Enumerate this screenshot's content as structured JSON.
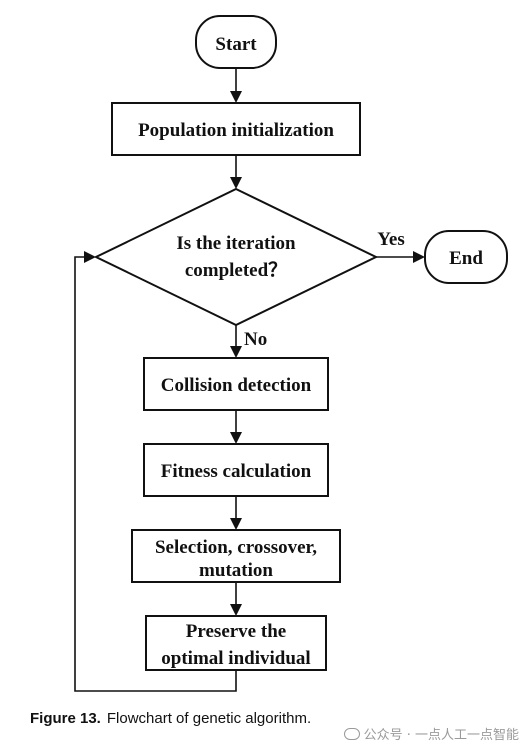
{
  "nodes": {
    "start": "Start",
    "init": "Population initialization",
    "decision_line1": "Is the iteration",
    "decision_line2": "completed？",
    "end": "End",
    "collision": "Collision detection",
    "fitness": "Fitness calculation",
    "selection_line1": "Selection, crossover,",
    "selection_line2": "mutation",
    "preserve_line1": "Preserve the",
    "preserve_line2": "optimal individual"
  },
  "edges": {
    "yes": "Yes",
    "no": "No"
  },
  "caption": {
    "label": "Figure 13.",
    "text": "Flowchart of genetic algorithm."
  },
  "watermark": {
    "text": "公众号 · 一点人工一点智能"
  }
}
